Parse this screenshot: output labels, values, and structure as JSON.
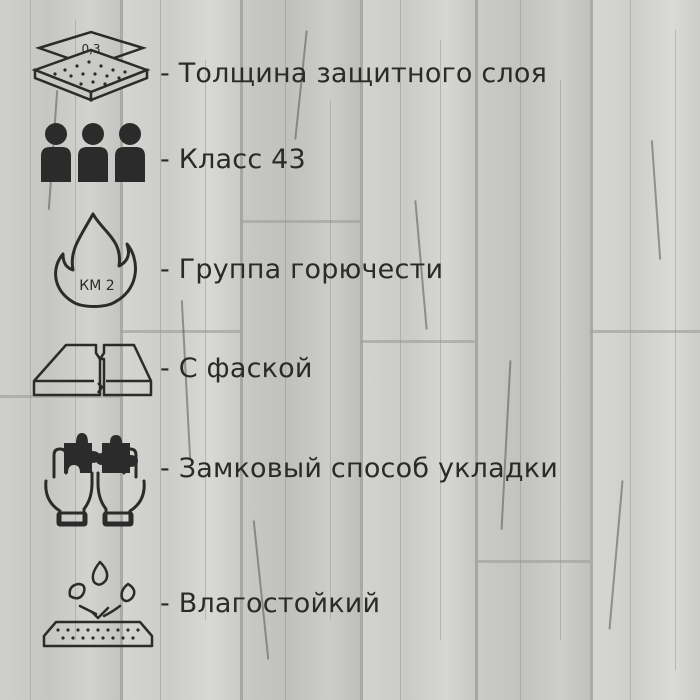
{
  "features": [
    {
      "icon": "protective-layer-icon",
      "icon_text": "0,3",
      "label": "- Толщина защитного слоя"
    },
    {
      "icon": "people-class-icon",
      "label": "- Класс 43"
    },
    {
      "icon": "flame-icon",
      "icon_text": "КМ 2",
      "label": "- Группа горючести"
    },
    {
      "icon": "bevel-icon",
      "label": "- С фаской"
    },
    {
      "icon": "puzzle-hands-icon",
      "label": "- Замковый способ укладки"
    },
    {
      "icon": "water-drops-icon",
      "label": "- Влагостойкий"
    }
  ],
  "colors": {
    "background": "#c9c9c6",
    "text": "#2a2a2a",
    "icon_stroke": "#2b2b2b"
  }
}
